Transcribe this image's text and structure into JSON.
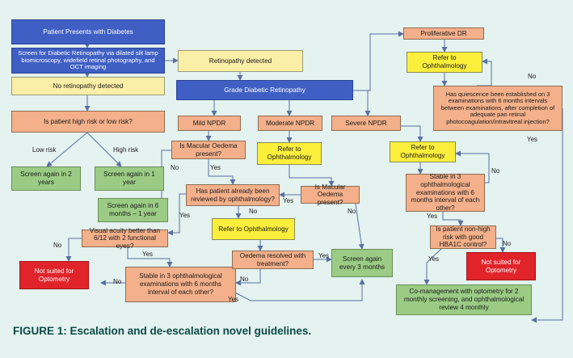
{
  "boxes": {
    "patient_presents": "Patient Presents with Diabetes",
    "screen_for_dr": "Screen for Diabetic Retinopathy via dilated slit lamp biomicroscopy, widefield retinal photography, and OCT imaging",
    "retinopathy_detected": "Retinopathy detected",
    "no_retinopathy": "No retinopathy detected",
    "grade_dr": "Grade Diabetic Retinopathy",
    "risk_question": "Is patient high risk or low risk?",
    "screen_2_years": "Screen again in 2 years",
    "screen_1_year": "Screen again in 1 year",
    "screen_6_months": "Screen again in 6 months – 1 year",
    "mild_npdr": "Mild NPDR",
    "moderate_npdr": "Moderate  NPDR",
    "severe_npdr": "Severe  NPDR",
    "proliferative_dr": "Proliferative DR",
    "refer_ophth_prolif": "Refer to Ophthalmology",
    "quiescence_question": "Has quiescence been established on 3 examinations with 6 months intervals between examinations, after completion of adequate pan retinal photocoagulation/intravitreal injection?",
    "macular_oedema_mild": "Is Macular Oedema present?",
    "refer_ophth_moderate": "Refer to Ophthalmology",
    "refer_ophth_severe": "Refer to Ophthalmology",
    "reviewed_question": "Has patient already been reviewed by ophthalmology?",
    "macular_oedema_moderate": "Is Macular Oedema present?",
    "stable_3_right": "Stable in 3 ophthalmological examinations with 6 months interval of each other?",
    "refer_ophth_center": "Refer to Ophthalmology",
    "visual_acuity_question": "Visual acuity better than 6/12 with 2 functional eyes?",
    "non_high_risk_question": "Is patient non-high risk with good HBA1C control?",
    "not_suited_left": "Not suited for Optometry",
    "oedema_resolved": "Oedema resolved with treatment?",
    "screen_3_months": "Screen again every 3 months",
    "not_suited_right": "Not suited for Optometry",
    "stable_3_bottom": "Stable in 3 ophthalmological examinations with 6 months interval of each other?",
    "co_management": "Co-management with optometry for 2 monthly screening, and ophthalmological review 4 monthly"
  },
  "labels": {
    "low_risk": "Low risk",
    "high_risk": "High risk",
    "no_mild_mo": "No",
    "yes_mild_mo": "Yes",
    "yes_reviewed": "Yes",
    "no_reviewed": "No",
    "yes_mo_moderate": "Yes",
    "no_mo_moderate": "No",
    "no_visual": "No",
    "yes_visual": "Yes",
    "yes_oedema": "Yes",
    "no_oedema": "No",
    "no_stable_bottom": "No",
    "yes_stable_bottom": "Yes",
    "no_quiescence": "No",
    "yes_quiescence": "Yes",
    "yes_stable_right": "Yes",
    "no_stable_right": "No",
    "no_nonhigh": "No",
    "yes_nonhigh": "Yes"
  },
  "caption": "FIGURE 1: Escalation and de-escalation novel guidelines.",
  "colors": {
    "background": "#e4f2f0",
    "blue": "#3f5fc4",
    "yellow": "#fcef3c",
    "light_yellow": "#fbeea6",
    "orange": "#f4b08a",
    "green": "#9bcb84",
    "red": "#e0242a",
    "arrow": "#5a6fa0",
    "caption": "#0d4a46"
  }
}
